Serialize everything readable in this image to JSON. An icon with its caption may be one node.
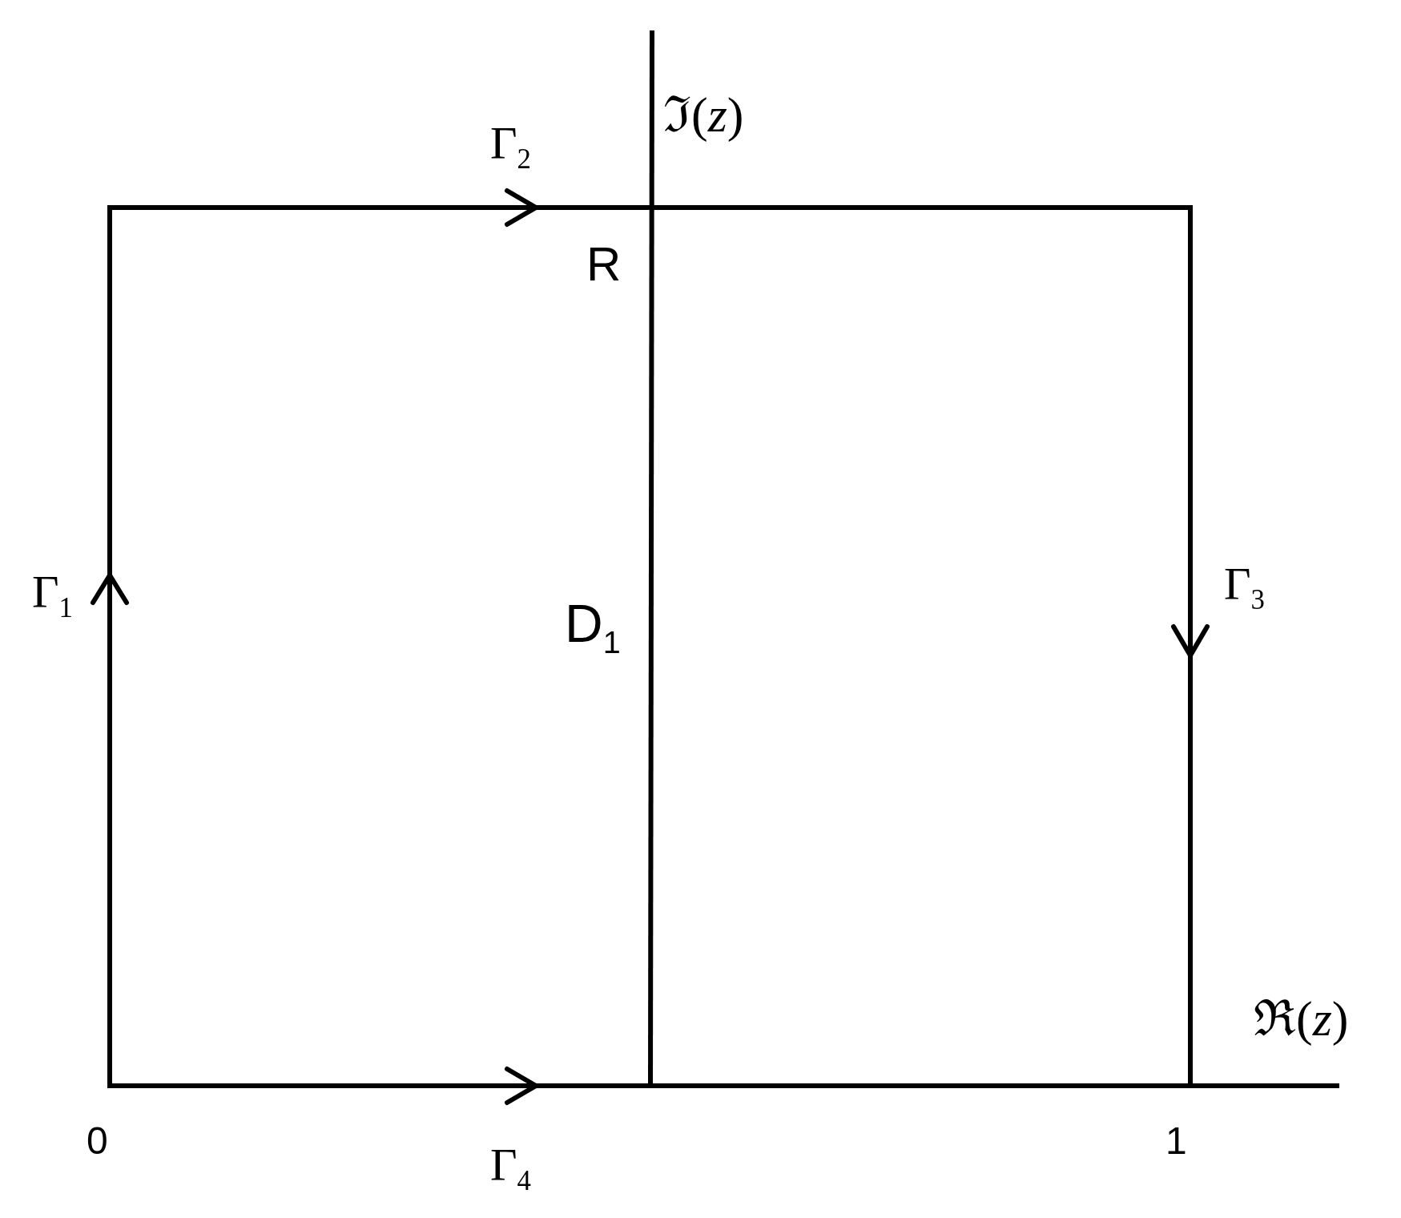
{
  "diagram": {
    "labels": [
      "ℑ(*z*)",
      "Γ$_{2}$",
      "R",
      "Γ$_{1}$",
      "D$_{1}$",
      "Γ$_{3}$",
      "ℜ(*z*)",
      "0",
      "Γ$_{4}$",
      "1"
    ]
  }
}
